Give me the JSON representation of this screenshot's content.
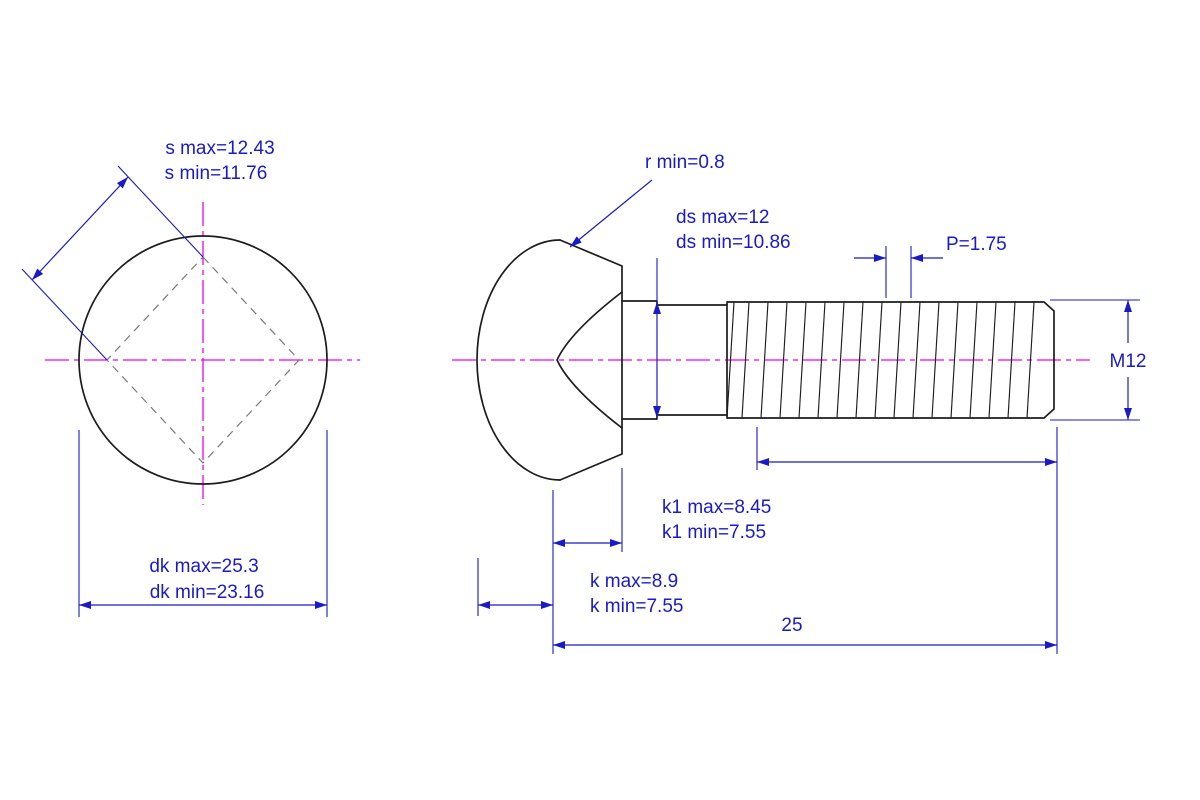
{
  "drawing": {
    "left_view": {
      "s_max": "s max=12.43",
      "s_min": "s min=11.76",
      "dk_max": "dk max=25.3",
      "dk_min": "dk min=23.16"
    },
    "side_view": {
      "r_min": "r min=0.8",
      "ds_max": "ds max=12",
      "ds_min": "ds min=10.86",
      "pitch": "P=1.75",
      "thread_designation": "M12",
      "k1_max": "k1 max=8.45",
      "k1_min": "k1 min=7.55",
      "k_max": "k max=8.9",
      "k_min": "k min=7.55",
      "overall_length": "25"
    },
    "colors": {
      "dimension": "#1a1ac8",
      "centerline": "#ee00ee",
      "outline": "#1c1c1c",
      "hidden": "#7a7a7a",
      "background": "#ffffff"
    }
  }
}
